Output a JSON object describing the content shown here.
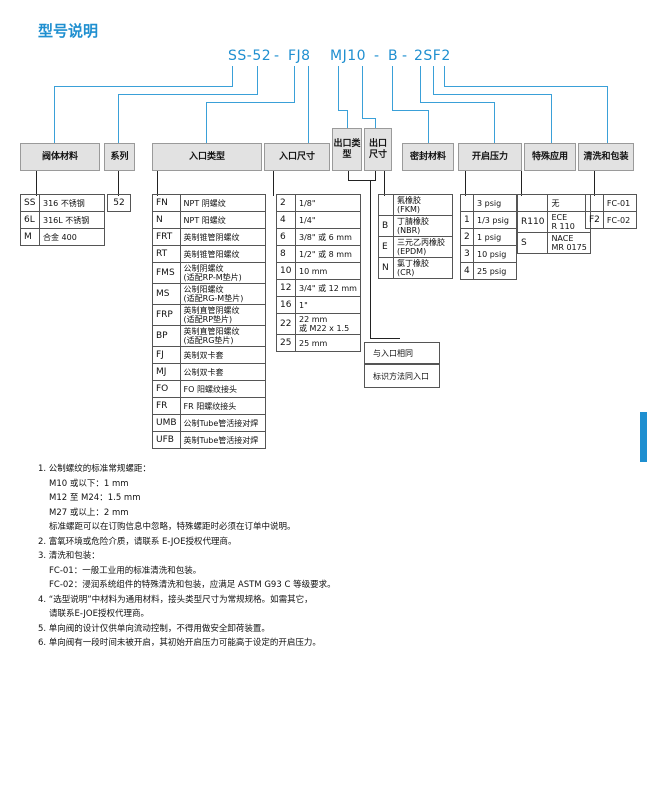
{
  "title": "型号说明",
  "code_parts": [
    "SS-52",
    "-",
    "FJ8",
    "MJ10",
    "-",
    "B",
    "-",
    "2SF2"
  ],
  "headers": {
    "body_material": "阀体材料",
    "series": "系列",
    "inlet_type": "入口类型",
    "inlet_size": "入口尺寸",
    "outlet_type": "出口类型",
    "outlet_size": "出口尺寸",
    "seal_material": "密封材料",
    "cracking_pressure": "开启压力",
    "special_application": "特殊应用",
    "cleaning_packaging": "清洗和包装"
  },
  "body_materials": [
    {
      "code": "SS",
      "desc": "316 不锈钢"
    },
    {
      "code": "6L",
      "desc": "316L 不锈钢"
    },
    {
      "code": "M",
      "desc": "合金 400"
    }
  ],
  "series": "52",
  "inlet_types": [
    {
      "code": "FN",
      "desc": "NPT 阴螺纹"
    },
    {
      "code": "N",
      "desc": "NPT 阳螺纹"
    },
    {
      "code": "FRT",
      "desc": "英制锥管阴螺纹"
    },
    {
      "code": "RT",
      "desc": "英制锥管阳螺纹"
    },
    {
      "code": "FMS",
      "desc": "公制阴螺纹",
      "desc2": "(适配RP-M垫片)"
    },
    {
      "code": "MS",
      "desc": "公制阳螺纹",
      "desc2": "(适配RG-M垫片)"
    },
    {
      "code": "FRP",
      "desc": "英制直管阴螺纹",
      "desc2": "(适配RP垫片)"
    },
    {
      "code": "BP",
      "desc": "英制直管阳螺纹",
      "desc2": "(适配RG垫片)"
    },
    {
      "code": "FJ",
      "desc": "英制双卡套"
    },
    {
      "code": "MJ",
      "desc": "公制双卡套"
    },
    {
      "code": "FO",
      "desc": "FO 阳螺纹接头"
    },
    {
      "code": "FR",
      "desc": "FR 阳螺纹接头"
    },
    {
      "code": "UMB",
      "desc": "公制Tube管活接对焊"
    },
    {
      "code": "UFB",
      "desc": "英制Tube管活接对焊"
    }
  ],
  "inlet_sizes": [
    {
      "code": "2",
      "desc": "1/8\""
    },
    {
      "code": "4",
      "desc": "1/4\""
    },
    {
      "code": "6",
      "desc": "3/8\" 或 6 mm"
    },
    {
      "code": "8",
      "desc": "1/2\" 或 8 mm"
    },
    {
      "code": "10",
      "desc": "10 mm"
    },
    {
      "code": "12",
      "desc": "3/4\" 或 12 mm"
    },
    {
      "code": "16",
      "desc": "1\""
    },
    {
      "code": "22",
      "desc": "22 mm",
      "desc2": "或 M22 x 1.5"
    },
    {
      "code": "25",
      "desc": "25 mm"
    }
  ],
  "outlet_note": {
    "same": "与入口相同",
    "mark": "标识方法同入口"
  },
  "seal_materials": [
    {
      "code": "",
      "desc": "氟橡胶",
      "desc2": "(FKM)"
    },
    {
      "code": "B",
      "desc": "丁腈橡胶",
      "desc2": "(NBR)"
    },
    {
      "code": "E",
      "desc": "三元乙丙橡胶",
      "desc2": "(EPDM)"
    },
    {
      "code": "N",
      "desc": "氯丁橡胶",
      "desc2": "(CR)"
    }
  ],
  "cracking_pressures": [
    {
      "code": "",
      "desc": "3 psig"
    },
    {
      "code": "1",
      "desc": "1/3 psig"
    },
    {
      "code": "2",
      "desc": "1 psig"
    },
    {
      "code": "3",
      "desc": "10 psig"
    },
    {
      "code": "4",
      "desc": "25 psig"
    }
  ],
  "special_applications": [
    {
      "code": "",
      "desc": "无"
    },
    {
      "code": "R110",
      "desc": "ECE",
      "desc2": "R 110"
    },
    {
      "code": "S",
      "desc": "NACE",
      "desc2": "MR 0175"
    }
  ],
  "cleaning": [
    {
      "code": "",
      "desc": "FC-01"
    },
    {
      "code": "F2",
      "desc": "FC-02"
    }
  ],
  "notes": [
    "1. 公制螺纹的标准常规螺距：",
    "M10 或以下：1 mm",
    "M12 至 M24：1.5 mm",
    "M27 或以上：2 mm",
    "标准螺距可以在订购信息中忽略，特殊螺距时必须在订单中说明。",
    "2. 富氧环境或危险介质，请联系 E-JOE授权代理商。",
    "3. 清洗和包装：",
    "FC-01：一般工业用的标准清洗和包装。",
    "FC-02：浸润系统组件的特殊清洗和包装，应满足 ASTM G93 C 等级要求。",
    "4. “选型说明”中材料为通用材料，接头类型尺寸为常规规格。如需其它，",
    "请联系E-JOE授权代理商。",
    "5. 单向阀的设计仅供单向流动控制，不得用做安全卸荷装置。",
    "6. 单向阀有一段时间未被开启，其初始开启压力可能高于设定的开启压力。"
  ],
  "colors": {
    "accent": "#1f8fd0",
    "header_bg": "#e2e2e2"
  }
}
